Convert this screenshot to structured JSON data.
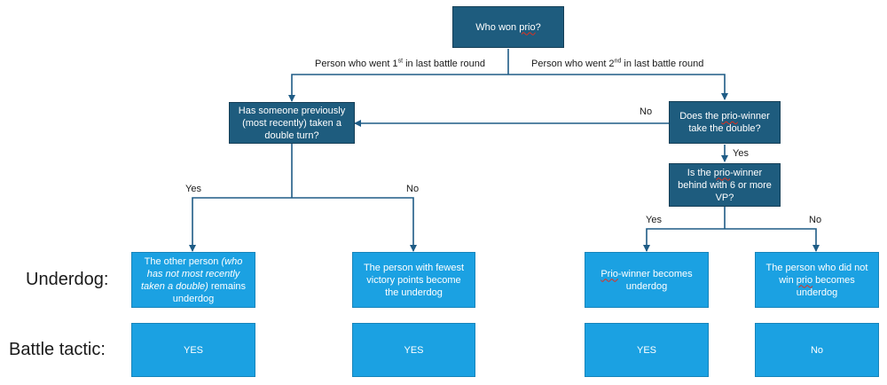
{
  "nodes": {
    "root": {
      "pre": "Who won ",
      "wavy": "prio",
      "post": "?"
    },
    "q_double_before": "Has someone previously (most recently) taken a double turn?",
    "q_take_double": {
      "pre": "Does the ",
      "wavy": "prio",
      "post": "-winner take the double?"
    },
    "q_behind": {
      "pre": "Is the ",
      "wavy": "prio",
      "post": "-winner behind with 6 or more VP?"
    }
  },
  "edges": {
    "first": {
      "pre": "Person who went 1",
      "sup": "st",
      "post": " in last battle round"
    },
    "second": {
      "pre": "Person who went 2",
      "sup": "nd",
      "post": " in last battle round"
    },
    "no_left": "No",
    "yes_down": "Yes",
    "yes_a": "Yes",
    "no_a": "No",
    "yes_b": "Yes",
    "no_b": "No"
  },
  "row_labels": {
    "underdog": "Underdog:",
    "battle_tactic": "Battle tactic:"
  },
  "underdog": {
    "u1": {
      "pre": "The other person ",
      "italic": "(who has not most recently taken a double)",
      "post": " remains underdog"
    },
    "u2": "The person with fewest victory points become the underdog",
    "u3": {
      "wavy": "Prio",
      "post": "-winner becomes underdog"
    },
    "u4": {
      "pre": "The person who did not win ",
      "wavy": "prio",
      "post": " becomes underdog"
    }
  },
  "battle_tactic": {
    "t1": "YES",
    "t2": "YES",
    "t3": "YES",
    "t4": "No"
  },
  "colors": {
    "dark_box": "#1e5c7e",
    "light_box": "#1ba1e2",
    "connector": "#1f5c86"
  }
}
